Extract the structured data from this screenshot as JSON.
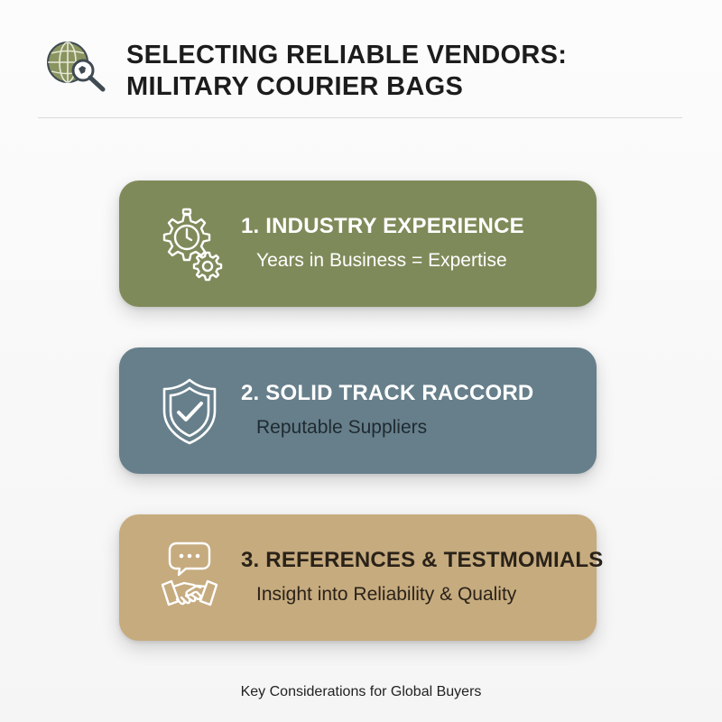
{
  "header": {
    "title_line1": "SELECTING RELIABLE VENDORS:",
    "title_line2": "MILITARY COURIER BAGS"
  },
  "cards": [
    {
      "title": "1. INDUSTRY EXPERIENCE",
      "subtitle": "Years in Business = Expertise",
      "icon": "gear-clock-icon",
      "bg_color": "#7f8a5a",
      "title_color": "#ffffff",
      "subtitle_color": "#ffffff"
    },
    {
      "title": "2. SOLID TRACK RACCORD",
      "subtitle": "Reputable Suppliers",
      "icon": "shield-check-icon",
      "bg_color": "#667f8b",
      "title_color": "#ffffff",
      "subtitle_color": "#1f2a30"
    },
    {
      "title": "3. REFERENCES & TESTMOMIALS",
      "subtitle": "Insight into Reliability & Quality",
      "icon": "handshake-chat-icon",
      "bg_color": "#c6ab7f",
      "title_color": "#2a2218",
      "subtitle_color": "#2a2218"
    }
  ],
  "footer": {
    "caption": "Key Considerations for Global Buyers"
  },
  "colors": {
    "accent_olive": "#7f8a5a",
    "accent_slate": "#667f8b",
    "accent_tan": "#c6ab7f",
    "text_dark": "#1c1c1c"
  }
}
